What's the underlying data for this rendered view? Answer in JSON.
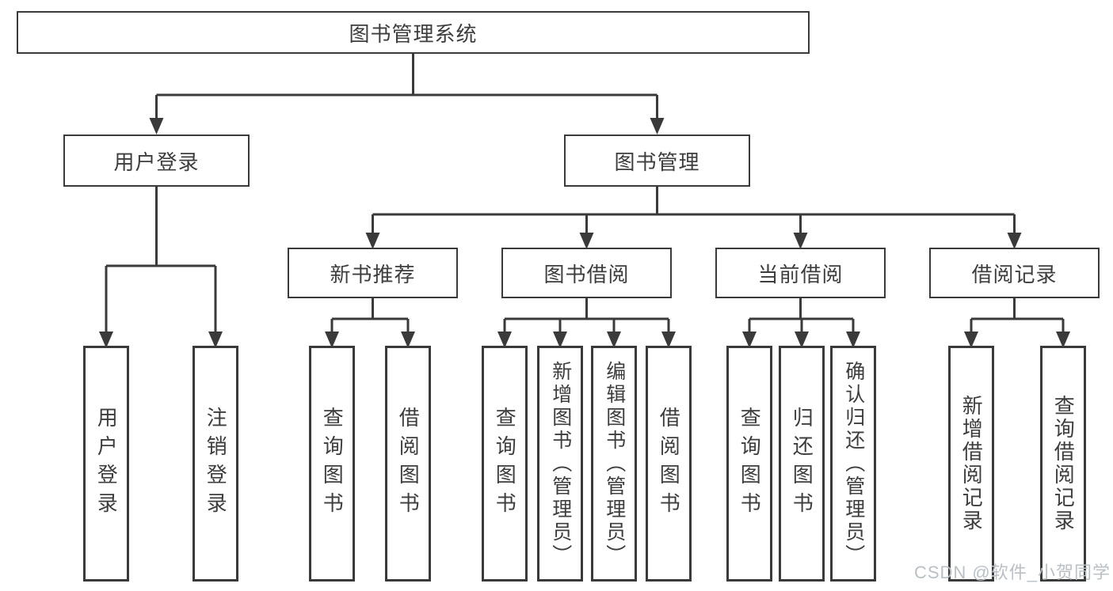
{
  "tree": {
    "root": "图书管理系统",
    "branches": [
      {
        "label": "用户登录",
        "children": [
          "用户登录",
          "注销登录"
        ]
      },
      {
        "label": "图书管理",
        "children": [
          {
            "label": "新书推荐",
            "children": [
              "查询图书",
              "借阅图书"
            ]
          },
          {
            "label": "图书借阅",
            "children": [
              "查询图书",
              "新增图书（管理员）",
              "编辑图书（管理员）",
              "借阅图书"
            ]
          },
          {
            "label": "当前借阅",
            "children": [
              "查询图书",
              "归还图书",
              "确认归还（管理员）"
            ]
          },
          {
            "label": "借阅记录",
            "children": [
              "新增借阅记录",
              "查询借阅记录"
            ]
          }
        ]
      }
    ]
  },
  "watermark": "CSDN @软件_小贺同学",
  "colors": {
    "line_color": "#3a3a3a",
    "text_color": "#3d3d3d",
    "watermark_color": "#b9c0c6",
    "bg_color": "#ffffff"
  }
}
